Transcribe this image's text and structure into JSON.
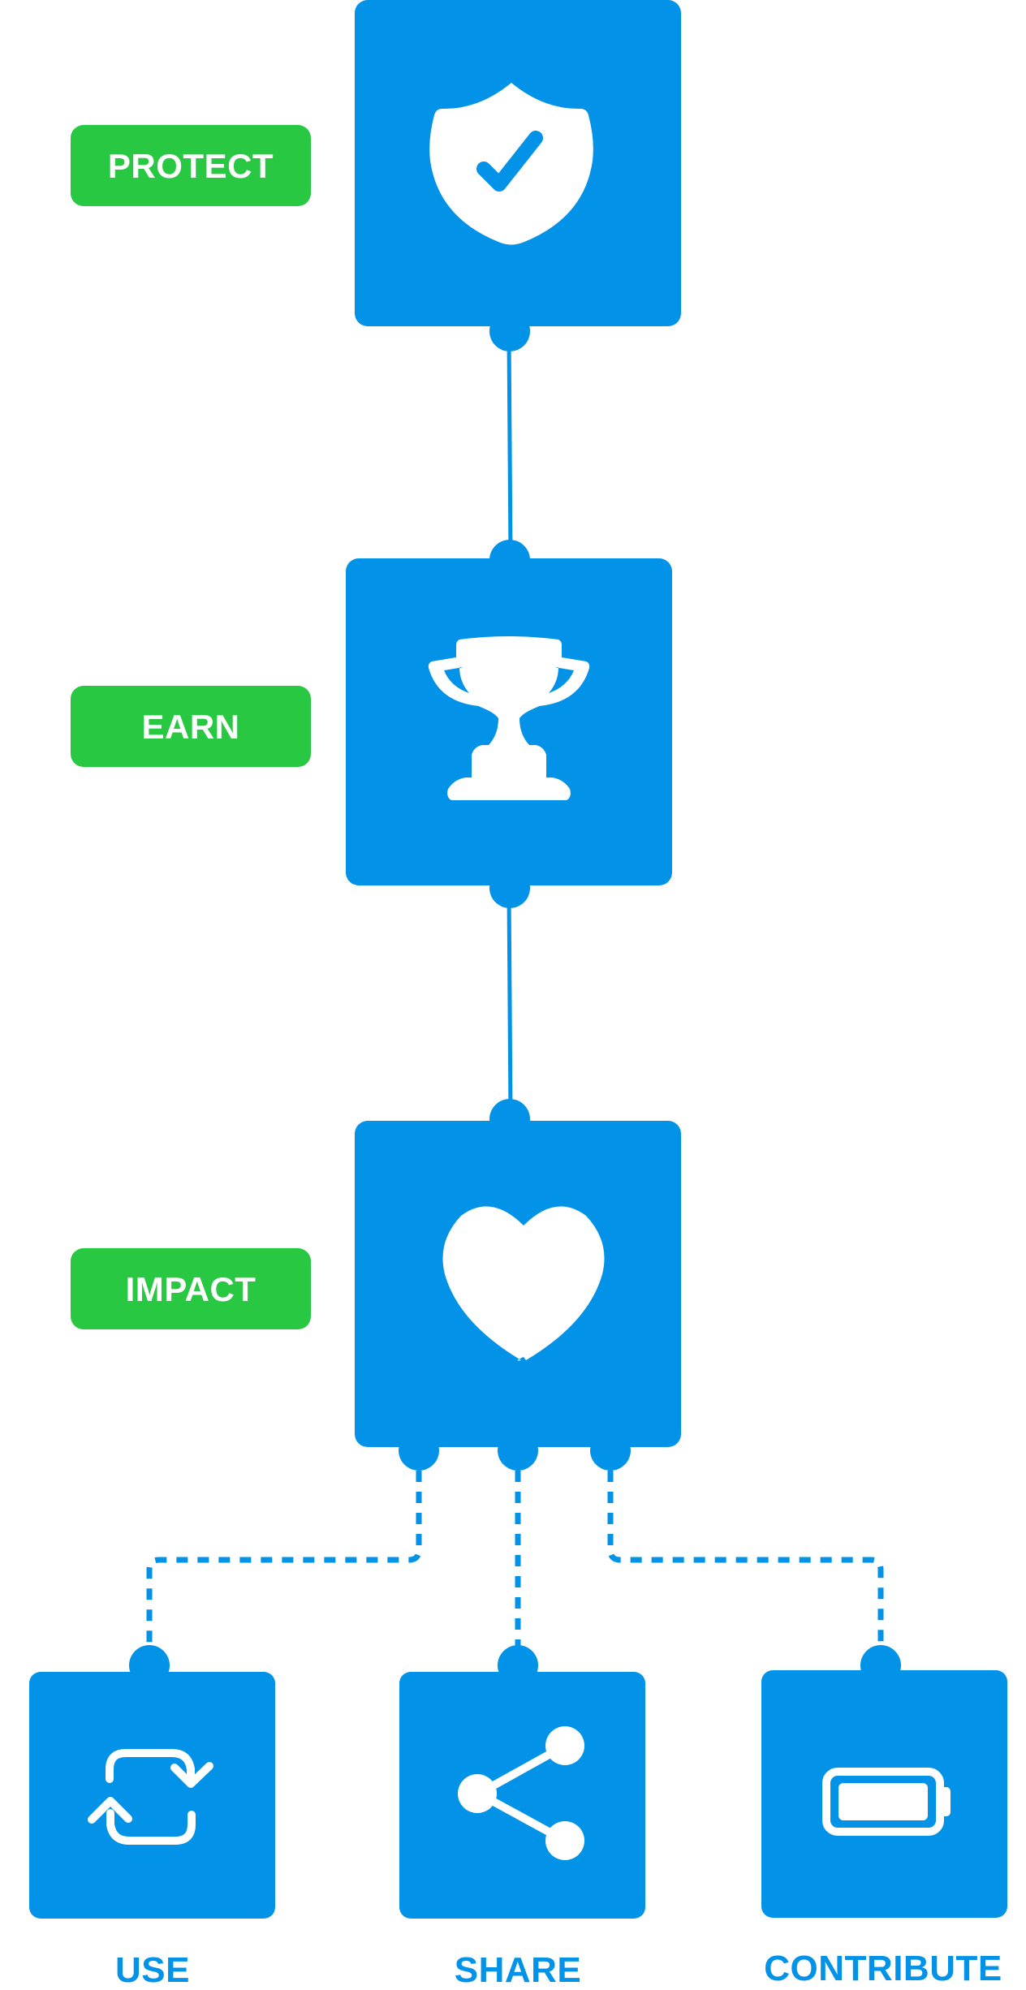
{
  "colors": {
    "node_blue": "#0293e9",
    "tag_green": "#29c842",
    "tag_text": "#ffffff",
    "caption_blue": "#0293e9"
  },
  "nodes": [
    {
      "id": "protect",
      "label": "PROTECT",
      "icon": "shield-check-icon"
    },
    {
      "id": "earn",
      "label": "EARN",
      "icon": "trophy-icon"
    },
    {
      "id": "impact",
      "label": "IMPACT",
      "icon": "heart-icon"
    },
    {
      "id": "use",
      "label": "USE",
      "icon": "repeat-icon"
    },
    {
      "id": "share",
      "label": "SHARE",
      "icon": "share-icon"
    },
    {
      "id": "contribute",
      "label": "CONTRIBUTE",
      "icon": "battery-icon"
    }
  ],
  "edges": [
    {
      "from": "protect",
      "to": "earn",
      "style": "solid"
    },
    {
      "from": "earn",
      "to": "impact",
      "style": "solid"
    },
    {
      "from": "impact",
      "to": "use",
      "style": "dashed"
    },
    {
      "from": "impact",
      "to": "share",
      "style": "dashed"
    },
    {
      "from": "impact",
      "to": "contribute",
      "style": "dashed"
    }
  ]
}
